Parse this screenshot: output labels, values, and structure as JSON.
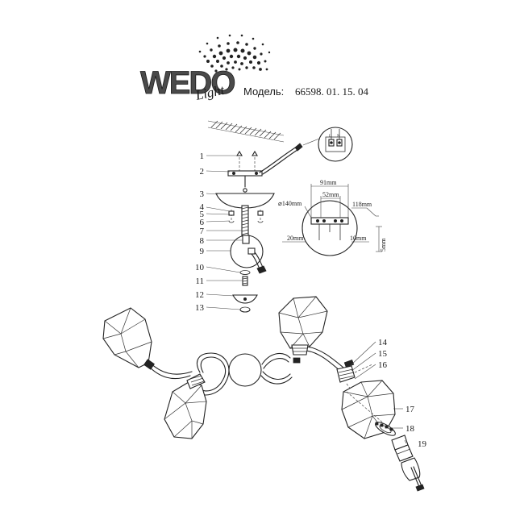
{
  "brand": {
    "name": "WEDO",
    "tagline": "Light"
  },
  "model": {
    "label": "Модель:",
    "number": "66598. 01. 15. 04"
  },
  "callouts": [
    "1",
    "2",
    "3",
    "4",
    "5",
    "6",
    "7",
    "8",
    "9",
    "10",
    "11",
    "12",
    "13",
    "14",
    "15",
    "16",
    "17",
    "18",
    "19"
  ],
  "dimensions": {
    "width_top": "91mm",
    "width_mid": "52mm",
    "diameter": "⌀140mm",
    "height_right": "118mm",
    "offset_left": "20mm",
    "offset_right": "10mm",
    "depth": "5mm"
  },
  "wiring_terminals": [
    "L",
    "N"
  ],
  "colors": {
    "line": "#222222",
    "paper": "#ffffff"
  }
}
